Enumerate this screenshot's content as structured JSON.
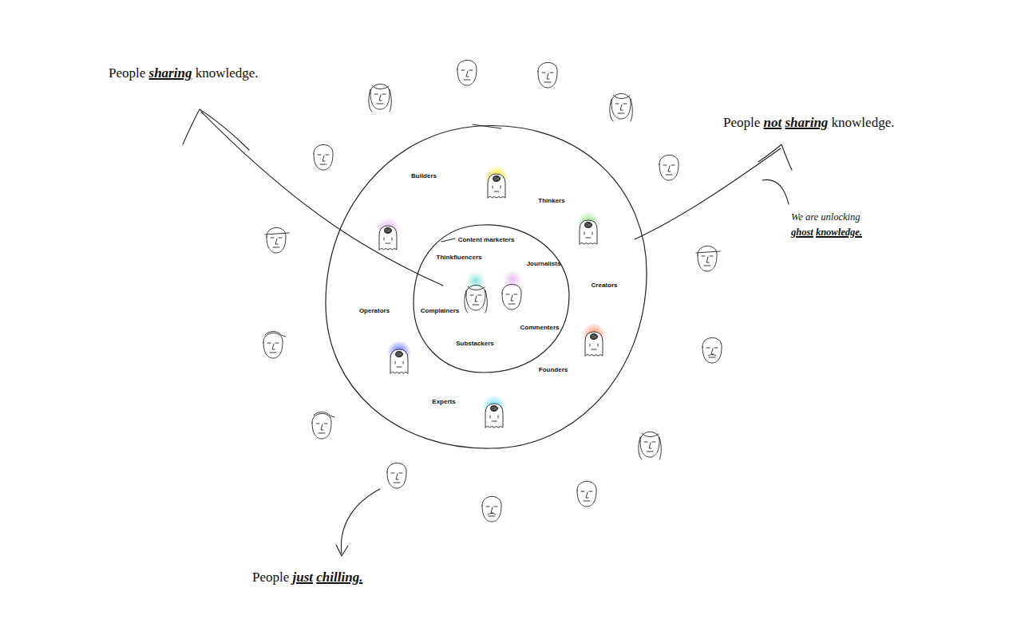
{
  "diagram": {
    "nodes": [
      {
        "text": [
          "Builders",
          "Thinkers",
          "Creators",
          "Founders",
          "Experts",
          "Operators"
        ]
      },
      {
        "text": [
          "Content marketers",
          "Thinkfluencers",
          "Journalists",
          "Complainers",
          "Commenters",
          "Substackers"
        ],
        "in": 0
      }
    ],
    "labels": [
      "People sharing knowledge.",
      "People not sharing knowledge.",
      "We are unlocking ghost knowledge.",
      "People just chilling."
    ]
  }
}
